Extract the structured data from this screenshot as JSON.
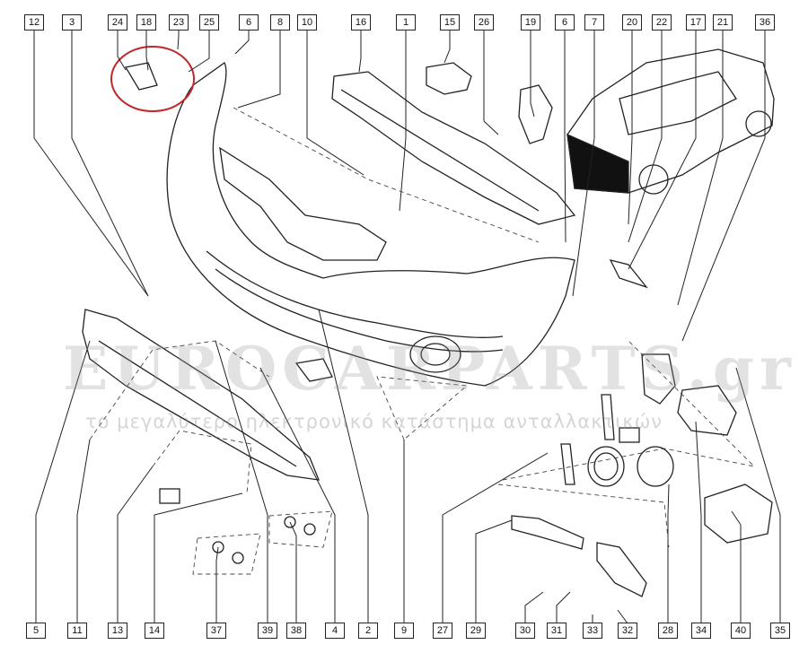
{
  "diagram": {
    "title": "Front bumper exploded parts diagram",
    "top_labels": [
      "12",
      "3",
      "24",
      "18",
      "23",
      "25",
      "6",
      "8",
      "10",
      "16",
      "1",
      "15",
      "26",
      "19",
      "6",
      "7",
      "20",
      "22",
      "17",
      "21",
      "36"
    ],
    "bottom_labels": [
      "5",
      "11",
      "13",
      "14",
      "37",
      "39",
      "38",
      "4",
      "2",
      "9",
      "27",
      "29",
      "30",
      "31",
      "33",
      "32",
      "28",
      "34",
      "40",
      "35"
    ],
    "highlight_color": "#c0282d"
  },
  "watermark": {
    "brand": "EUROCARPARTS.gr",
    "tagline": "το μεγαλύτερο ηλεκτρονικό κατάστημα ανταλλακτικών"
  }
}
